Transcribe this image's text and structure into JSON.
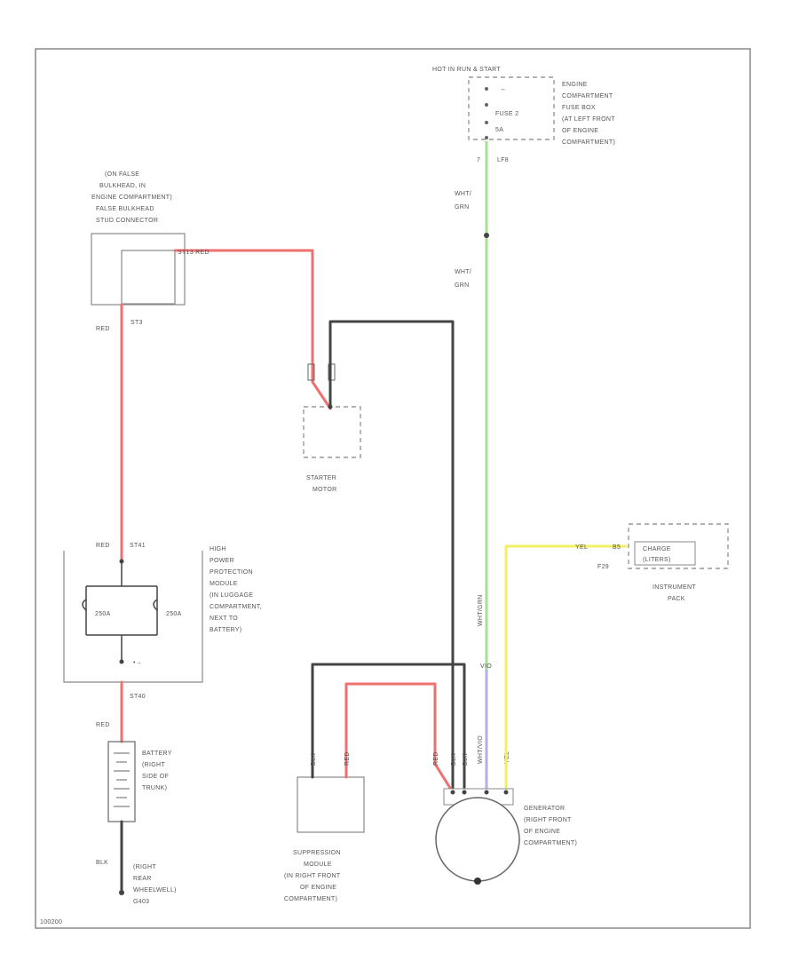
{
  "colors": {
    "red_wire": "#f07070",
    "black_wire": "#444444",
    "green_wire": "#a8e090",
    "yellow_wire": "#f0f060",
    "violet_wire": "#b0b0f0",
    "frame": "#888888",
    "text": "#555555"
  },
  "labels": {
    "hot_in_start": "HOT IN RUN & START",
    "fuse_box": [
      "ENGINE",
      "COMPARTMENT",
      "FUSE BOX",
      "(AT LEFT FRONT",
      "OF ENGINE",
      "COMPARTMENT)"
    ],
    "fuse": "FUSE 2",
    "fuse_amp": "5A",
    "fuse_pin": "7",
    "fuse_pin_code": "LF8",
    "wire_wht_grn_1": [
      "WHT/",
      "GRN"
    ],
    "wire_wht_grn_2": [
      "WHT/",
      "GRN"
    ],
    "bulkhead": [
      "(ON FALSE",
      "BULKHEAD, IN",
      "ENGINE COMPARTMENT)",
      "FALSE BULKHEAD",
      "STUD CONNECTOR"
    ],
    "wire_stud_red": "ST13 RED",
    "stud_st3": "ST3",
    "red_left": "RED",
    "starter_motor": [
      "STARTER",
      "MOTOR"
    ],
    "red_st41": "RED",
    "st41": "ST41",
    "hppm": [
      "HIGH",
      "POWER",
      "PROTECTION",
      "MODULE",
      "(IN LUGGAGE",
      "COMPARTMENT,",
      "NEXT TO",
      "BATTERY)"
    ],
    "fuse_250a_1": "250A",
    "fuse_250a_2": "250A",
    "st40": "ST40",
    "red_battery": "RED",
    "battery": [
      "BATTERY",
      "(RIGHT",
      "SIDE OF",
      "TRUNK)"
    ],
    "blk": "BLK",
    "ground": [
      "(RIGHT",
      "REAR",
      "WHEELWELL)",
      "G403"
    ],
    "suppression": [
      "SUPPRESSION",
      "MODULE",
      "(IN RIGHT FRONT",
      "OF ENGINE",
      "COMPARTMENT)"
    ],
    "generator": [
      "GENERATOR",
      "(RIGHT FRONT",
      "OF ENGINE",
      "COMPARTMENT)"
    ],
    "yel_wire": "YEL",
    "pin_b5": "B5",
    "f29": "F29",
    "charge": [
      "CHARGE",
      "(LITERS)"
    ],
    "instrument_pack": [
      "INSTRUMENT",
      "PACK"
    ],
    "wht_grn_vert": "WHT/GRN",
    "vio": "VIO",
    "wht_vio": "WHT/VIO",
    "wire_blk_1": "BLK",
    "wire_red_1": "RED",
    "wire_red_2": "RED",
    "wire_blk_2": "BLK",
    "wire_blk_3": "BLK",
    "wire_yel_2": "YEL",
    "corner_code": "100200"
  }
}
